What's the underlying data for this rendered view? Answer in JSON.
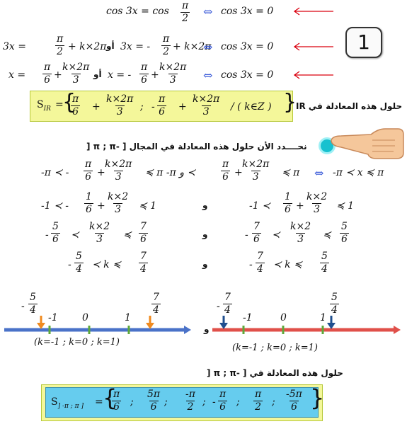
{
  "row1": {
    "lhs": "cos  3x  =  cos",
    "pi": "π",
    "two": "2",
    "iff": "⇔",
    "rhs": "cos  3x  =  0"
  },
  "row2": {
    "a": "3x  =",
    "pi": "π",
    "two": "2",
    "k2pi": "+  k×2π",
    "ou": "أو",
    "b": "3x  =  -",
    "rhs": "cos  3x  =  0"
  },
  "row3": {
    "a": "x  =",
    "pi": "π",
    "six": "6",
    "plus": "+",
    "k2pi": "k×2π",
    "three": "3",
    "ou": "أو",
    "b": "x  =  -",
    "rhs": "cos  3x  =  0"
  },
  "step_badge": "1",
  "sol_ir": {
    "S": "S",
    "sub": "IR",
    "eq": "=",
    "pi": "π",
    "six": "6",
    "plus": "+",
    "k2pi": "k×2π",
    "three": "3",
    "sep": ";",
    "minus": "-",
    "cond": "/  ( k∈Z )",
    "label": "حلول هذه المعادلة في IR"
  },
  "interval_title": "نحــــدد الأن حلول هذه المعادلة في المجال  [ -π  ;  π [",
  "ineq": {
    "l1_left": "-π  ≺  -",
    "l1_mid": "≼  π  -π  و  ≺",
    "l1_end": "≼  π",
    "iff": "⇔",
    "l1_right": "-π  ≺  x  ≼  π",
    "pi": "π",
    "six": "6",
    "plus": "+",
    "k2pi": "k×2π",
    "three": "3",
    "one": "1",
    "k2": "k×2",
    "l2_left": "-1  ≺  -",
    "l2_end": "≼  1",
    "l2_rleft": "-1  ≺",
    "wa": "و",
    "l3_left": "-",
    "five": "5",
    "seven": "7",
    "l3_lt": "≺",
    "l3_le": "≼",
    "l3_rleft": "-",
    "l4_left": "-",
    "four": "4",
    "l4_mid": "≺  k  ≼"
  },
  "numline_left": {
    "minus": "-",
    "five": "5",
    "four": "4",
    "m1": "-1",
    "zero": "0",
    "one": "1",
    "seven": "7",
    "kvals": "(k=-1  ;  k=0  ;  k=1)"
  },
  "numline_right": {
    "minus": "-",
    "seven": "7",
    "four": "4",
    "m1": "-1",
    "zero": "0",
    "one": "1",
    "five": "5",
    "kvals": "(k=-1  ;  k=0  ;  k=1)"
  },
  "wa_mid": "و",
  "final_label": "حلول هذه المعادلة في  [ -π  ;  π  [",
  "final": {
    "S": "S",
    "sub": "] -π ; π ]",
    "eq": "=",
    "fracs": [
      {
        "sign": "",
        "num": "π",
        "den": "6"
      },
      {
        "sign": "",
        "num": "5π",
        "den": "6"
      },
      {
        "sign": "",
        "num": "-π",
        "den": "2"
      },
      {
        "sign": "-",
        "num": "π",
        "den": "6"
      },
      {
        "sign": "",
        "num": "π",
        "den": "2"
      },
      {
        "sign": "",
        "num": "-5π",
        "den": "6"
      }
    ],
    "sep": ";"
  },
  "colors": {
    "accent_blue": "#3b5bd9",
    "arrow_red": "#d9000f",
    "box_yellow": "#f4f79a",
    "box_border": "#b6c83a",
    "line_blue": "#4a72c8",
    "line_red": "#e0504a",
    "tick_green": "#5ea83a",
    "final_bg": "#66ccee"
  }
}
